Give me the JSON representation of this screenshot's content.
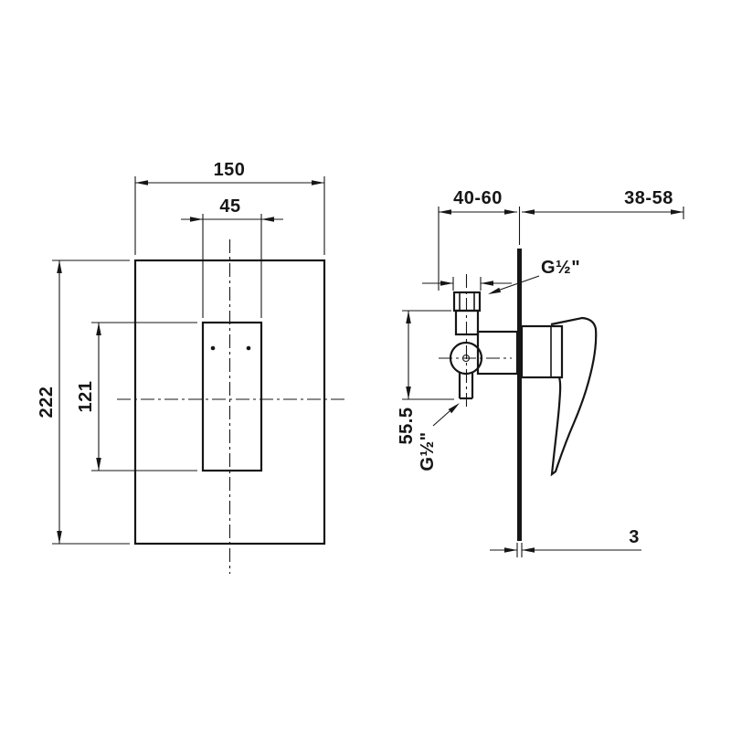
{
  "front_view": {
    "plate_width": "150",
    "cutout_width": "45",
    "plate_height": "222",
    "cutout_height": "121"
  },
  "side_view": {
    "mounting_depth_front": "40-60",
    "mounting_depth_back": "38-58",
    "top_thread": "G½\"",
    "inlet_height": "55.5",
    "bottom_thread": "G½\"",
    "plate_thickness": "3"
  }
}
